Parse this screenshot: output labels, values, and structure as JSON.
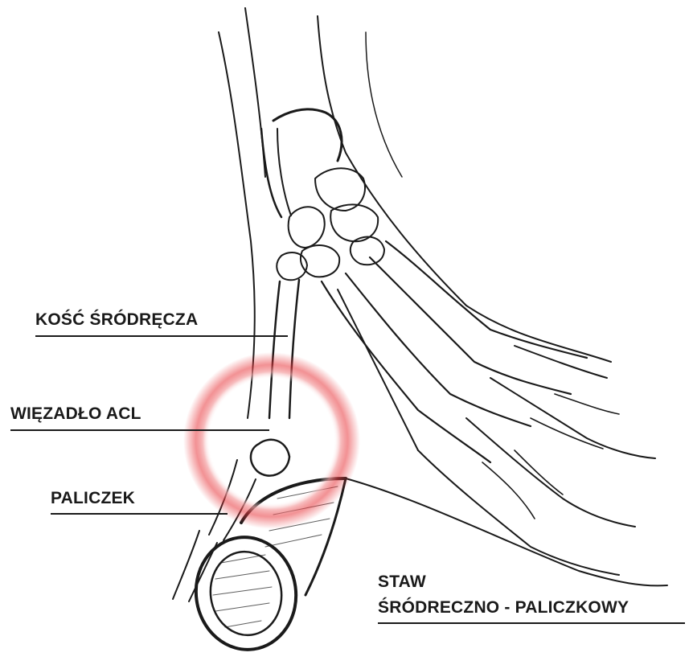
{
  "labels": {
    "metacarpal": "KOŚĆ ŚRÓDRĘCZA",
    "ligament": "WIĘZADŁO ACL",
    "phalanx": "PALICZEK",
    "joint_line1": "STAW",
    "joint_line2": "ŚRÓDRECZNO - PALICZKOWY"
  },
  "colors": {
    "ink": "#1a1a1a",
    "highlight": "#e8383d",
    "background": "#ffffff"
  }
}
